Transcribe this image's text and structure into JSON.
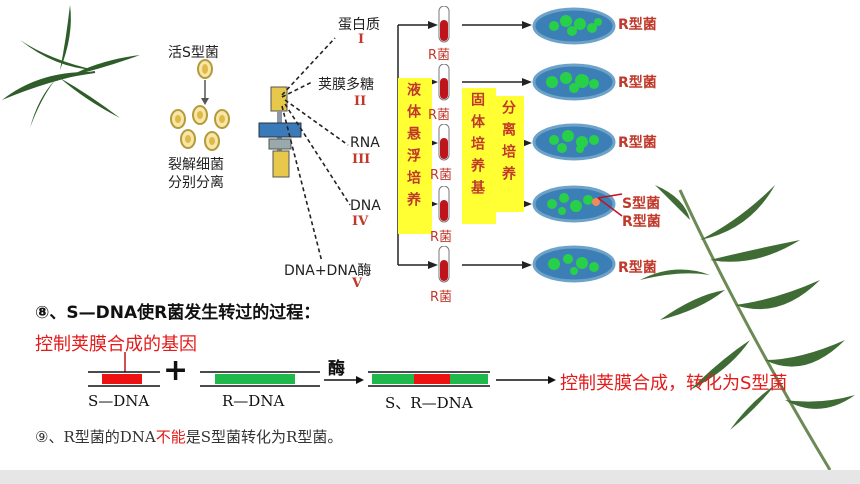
{
  "experiment": {
    "source_label": "活S型菌",
    "lysis_label_1": "裂解细菌",
    "lysis_label_2": "分别分离",
    "components": [
      {
        "name": "蛋白质",
        "roman": "I"
      },
      {
        "name": "荚膜多糖",
        "roman": "II"
      },
      {
        "name": "RNA",
        "roman": "III"
      },
      {
        "name": "DNA",
        "roman": "IV"
      },
      {
        "name": "DNA+DNA酶",
        "roman": "V"
      }
    ],
    "tube_label": "R菌",
    "liquid_culture": "液体悬浮培养",
    "solid_culture": "固体培养基",
    "separation_culture": "分离培养",
    "results": [
      "R型菌",
      "R型菌",
      "R型菌",
      "R型菌",
      "R型菌"
    ],
    "result_s": "S型菌",
    "result_r": "R型菌"
  },
  "process": {
    "heading": "⑧、S—DNA使R菌发生转过的过程：",
    "gene_label": "控制荚膜合成的基因",
    "plus": "+",
    "enzyme": "酶",
    "s_dna": "S—DNA",
    "r_dna": "R—DNA",
    "sr_dna": "S、R—DNA",
    "outcome": "控制荚膜合成，转化为S型菌"
  },
  "note": {
    "prefix": "⑨、R型菌的DNA",
    "highlight": "不能",
    "suffix": "是S型菌转化为R型菌。"
  },
  "colors": {
    "red": "#e31b1b",
    "green": "#1fb84a",
    "yellow": "#ffff33"
  }
}
